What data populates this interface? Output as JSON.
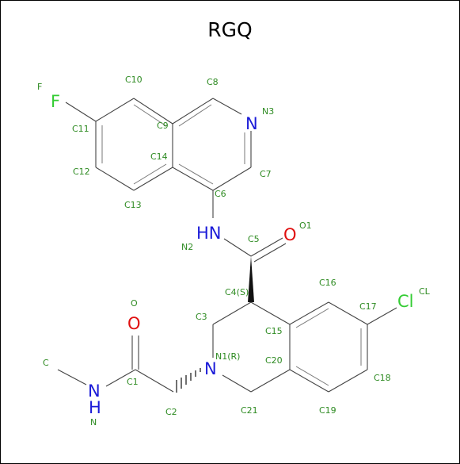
{
  "title": "RGQ",
  "colors": {
    "carbon_label": "#2e8b22",
    "nitrogen": "#1b1bd8",
    "oxygen": "#e01010",
    "fluorine": "#33cc33",
    "chlorine": "#33cc33",
    "bond": "#444444"
  },
  "element_symbols": {
    "F": "F",
    "N_ring": "N",
    "HN": "HN",
    "O_amide": "O",
    "Cl": "Cl",
    "N_chiral": "N",
    "O_acetyl": "O",
    "NH": "NH"
  },
  "atom_labels": {
    "F": "F",
    "C10": "C10",
    "C8": "C8",
    "N3": "N3",
    "C11": "C11",
    "C9": "C9",
    "C14": "C14",
    "C12": "C12",
    "C7": "C7",
    "C6": "C6",
    "C13": "C13",
    "N2": "N2",
    "C5": "C5",
    "O1": "O1",
    "C16": "C16",
    "C4S": "C4(S)",
    "C17": "C17",
    "CL": "CL",
    "O": "O",
    "C3": "C3",
    "C15": "C15",
    "N1R": "N1(R)",
    "C20": "C20",
    "C": "C",
    "C1": "C1",
    "C18": "C18",
    "C2": "C2",
    "C21": "C21",
    "C19": "C19",
    "N": "N"
  }
}
